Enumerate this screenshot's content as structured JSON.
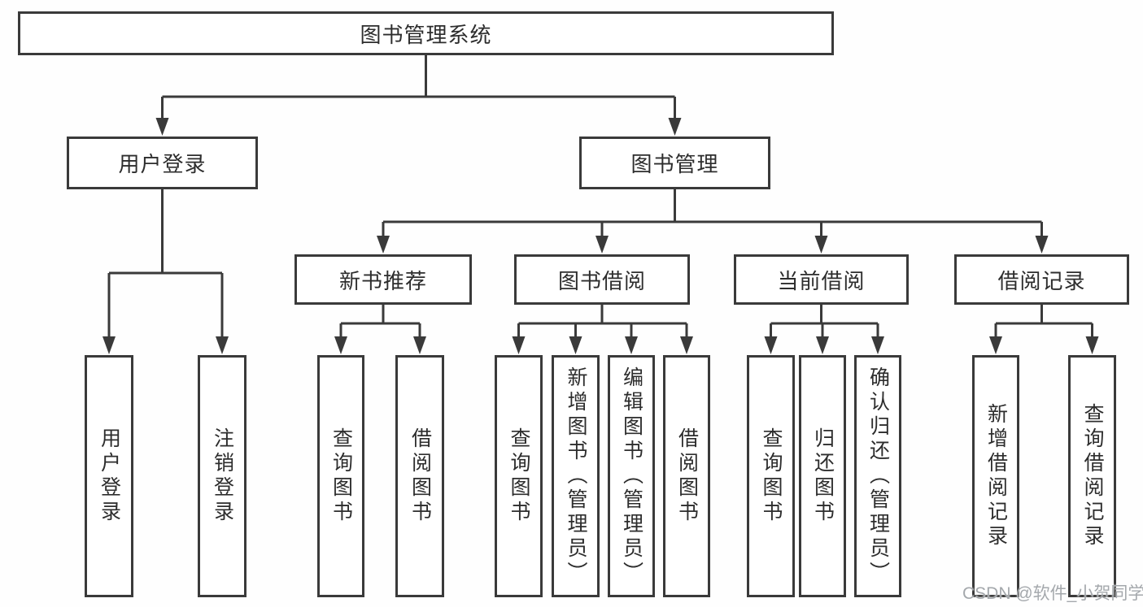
{
  "diagram_type": "function-structure-tree",
  "nodes": {
    "root": {
      "label": "图书管理系统"
    },
    "userLogin": {
      "label": "用户登录"
    },
    "bookMgmt": {
      "label": "图书管理"
    },
    "newBookRec": {
      "label": "新书推荐"
    },
    "bookBorrow": {
      "label": "图书借阅"
    },
    "currentBorrow": {
      "label": "当前借阅"
    },
    "borrowRecords": {
      "label": "借阅记录"
    },
    "leafUserLogin": {
      "label": "用户登录"
    },
    "leafLogout": {
      "label": "注销登录"
    },
    "recQueryBook": {
      "label": "查询图书"
    },
    "recBorrowBook": {
      "label": "借阅图书"
    },
    "bbQueryBook": {
      "label": "查询图书"
    },
    "bbAddBook": {
      "label": "新增图书（管理员）"
    },
    "bbEditBook": {
      "label": "编辑图书（管理员）"
    },
    "bbBorrowBook": {
      "label": "借阅图书"
    },
    "cbQueryBook": {
      "label": "查询图书"
    },
    "cbReturnBook": {
      "label": "归还图书"
    },
    "cbConfirmReturn": {
      "label": "确认归还（管理员）"
    },
    "brAddRecord": {
      "label": "新增借阅记录"
    },
    "brQueryRecord": {
      "label": "查询借阅记录"
    }
  },
  "hierarchy": {
    "root": [
      "userLogin",
      "bookMgmt"
    ],
    "userLogin": [
      "leafUserLogin",
      "leafLogout"
    ],
    "bookMgmt": [
      "newBookRec",
      "bookBorrow",
      "currentBorrow",
      "borrowRecords"
    ],
    "newBookRec": [
      "recQueryBook",
      "recBorrowBook"
    ],
    "bookBorrow": [
      "bbQueryBook",
      "bbAddBook",
      "bbEditBook",
      "bbBorrowBook"
    ],
    "currentBorrow": [
      "cbQueryBook",
      "cbReturnBook",
      "cbConfirmReturn"
    ],
    "borrowRecords": [
      "brAddRecord",
      "brQueryRecord"
    ]
  },
  "watermark": "CSDN @软件_小贺同学",
  "colors": {
    "line": "#3a3a3a",
    "box_border": "#3a3a3a",
    "text": "#2d2d2d",
    "watermark": "#a4a8ac",
    "background": "#fefefe"
  }
}
